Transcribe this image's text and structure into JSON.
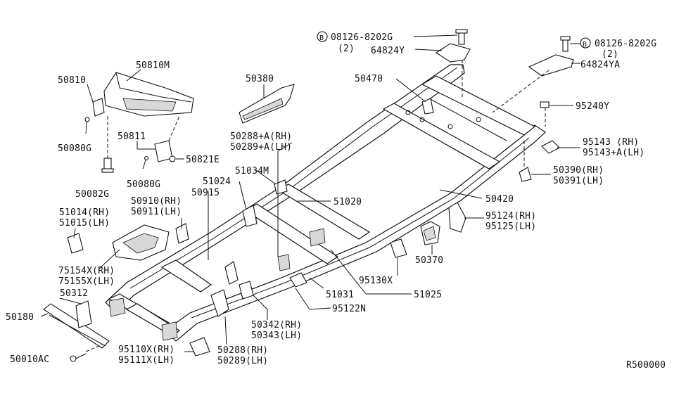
{
  "diagram": {
    "ref_code": "R500000",
    "callouts": {
      "c08126_top": "08126-8202G",
      "c2_top": "(2)",
      "c64824Y": "64824Y",
      "c08126_right": "08126-8202G",
      "c2_right": "(2)",
      "c64824YA": "64824YA",
      "c50470": "50470",
      "c95240Y": "95240Y",
      "c95143": "95143  (RH)",
      "c95143A": "95143+A(LH)",
      "c50390": "50390(RH)",
      "c50391": "50391(LH)",
      "c50420": "50420",
      "c95124": "95124(RH)",
      "c95125": "95125(LH)",
      "c50370": "50370",
      "c95130X": "95130X",
      "c51025": "51025",
      "c51031": "51031",
      "c95122N": "95122N",
      "c50342": "50342(RH)",
      "c50343": "50343(LH)",
      "c50288": "50288(RH)",
      "c50289": "50289(LH)",
      "c95110X": "95110X(RH)",
      "c95111X": "95111X(LH)",
      "c50010AC": "50010AC",
      "c50180": "50180",
      "c50312": "50312",
      "c75154X": "75154X(RH)",
      "c75155X": "75155X(LH)",
      "c51014": "51014(RH)",
      "c51015": "51015(LH)",
      "c50910": "50910(RH)",
      "c50911": "50911(LH)",
      "c50915": "50915",
      "c51024": "51024",
      "c51034M": "51034M",
      "c51020": "51020",
      "c50288A": "50288+A(RH)",
      "c50289A": "50289+A(LH)",
      "c50380": "50380",
      "c50810M": "50810M",
      "c50810": "50810",
      "c50080G_a": "50080G",
      "c50082G": "50082G",
      "c50811": "50811",
      "c50821E": "50821E",
      "c50080G_b": "50080G"
    },
    "bolt_marker": "B"
  }
}
